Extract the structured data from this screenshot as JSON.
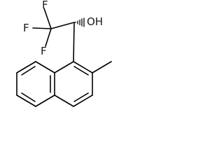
{
  "structure": {
    "atoms": {
      "f_top": "F",
      "f_left": "F",
      "f_bottom": "F",
      "hydroxyl": "OH"
    },
    "stereo": "wedge-hash",
    "line_color": "#000000"
  }
}
